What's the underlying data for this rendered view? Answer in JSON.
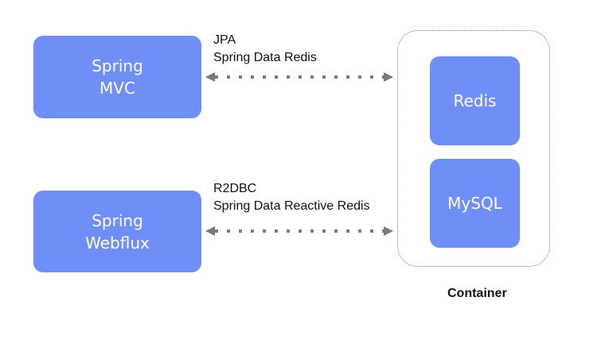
{
  "boxes": {
    "spring_mvc": {
      "line1": "Spring",
      "line2": "MVC"
    },
    "spring_webflux": {
      "line1": "Spring",
      "line2": "Webflux"
    },
    "redis": {
      "label": "Redis"
    },
    "mysql": {
      "label": "MySQL"
    }
  },
  "connections": {
    "top": {
      "line1": "JPA",
      "line2": "Spring Data Redis"
    },
    "bottom": {
      "line1": "R2DBC",
      "line2": "Spring Data Reactive Redis"
    }
  },
  "container": {
    "label": "Container"
  },
  "colors": {
    "box_fill": "#6f8ef7",
    "arrow": "#7a7a7a",
    "outline": "#7a7a7a"
  }
}
